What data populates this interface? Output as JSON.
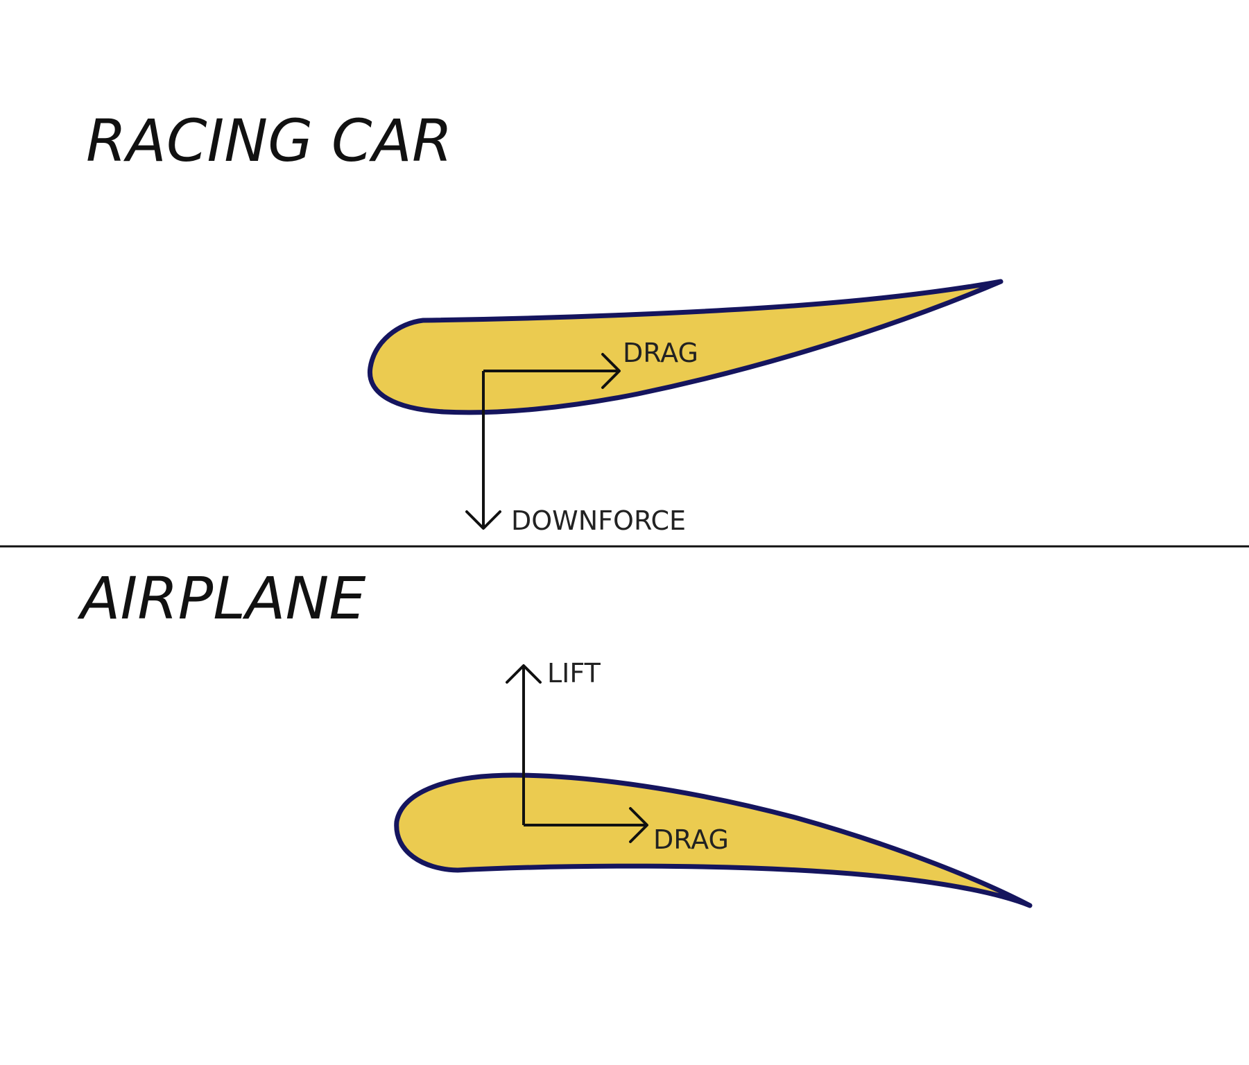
{
  "colors": {
    "wing_fill": "#ebcb50",
    "wing_outline": "#15155e",
    "text": "#111111",
    "background": "#ffffff"
  },
  "racing_car": {
    "title": "RACING CAR",
    "drag_label": "DRAG",
    "downforce_label": "DOWNFORCE"
  },
  "airplane": {
    "title": "AIRPLANE",
    "lift_label": "LIFT",
    "drag_label": "DRAG"
  }
}
